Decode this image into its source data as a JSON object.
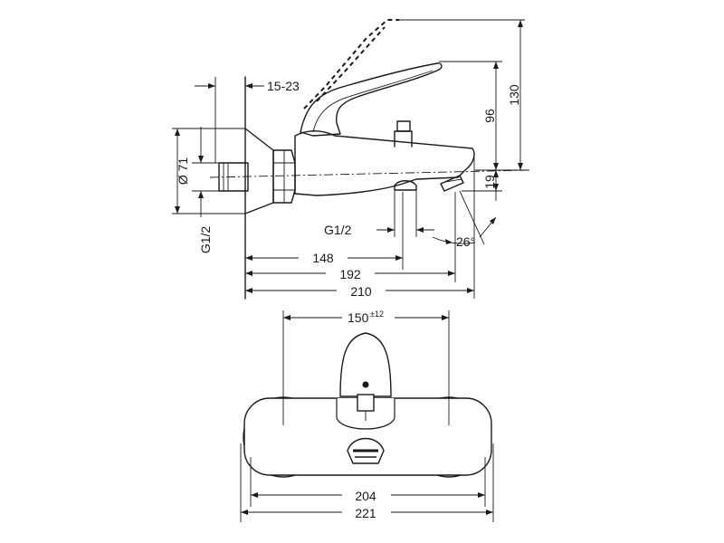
{
  "side_view": {
    "dimensions": {
      "wall_depth": "15-23",
      "height_total": "130",
      "height_spout": "96",
      "spout_drop": "19",
      "wall_diameter": "Ø 71",
      "thread_wall": "G1/2",
      "thread_outlet": "G1/2",
      "outlet_angle": "26°",
      "depth_outlet": "148",
      "depth_spout": "192",
      "depth_total": "210"
    }
  },
  "front_view": {
    "dimensions": {
      "centre_distance": "150",
      "centre_tolerance": "±12",
      "width_body": "204",
      "width_total": "221"
    }
  }
}
